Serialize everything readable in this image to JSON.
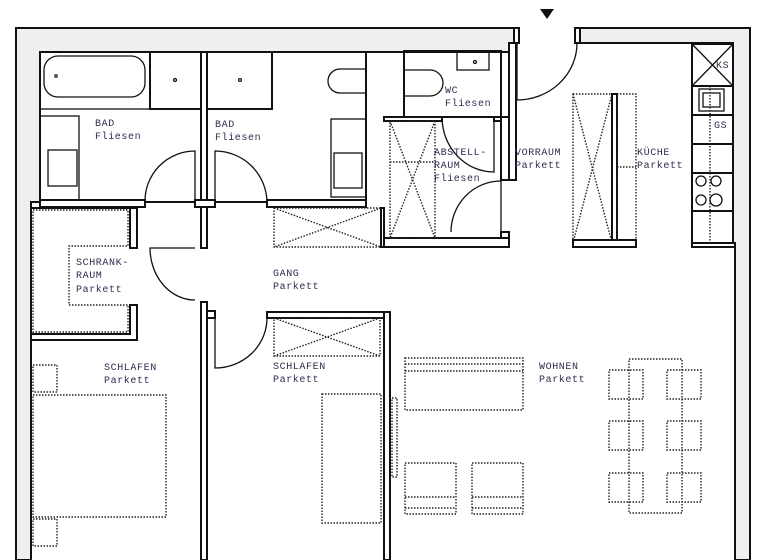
{
  "entrance_marker": "triangle-down",
  "rooms": [
    {
      "id": "bad1",
      "name": "BAD",
      "floor": "Fliesen"
    },
    {
      "id": "bad2",
      "name": "BAD",
      "floor": "Fliesen"
    },
    {
      "id": "schrankraum",
      "name1": "SCHRANK-",
      "name2": "RAUM",
      "floor": "Parkett"
    },
    {
      "id": "gang",
      "name": "GANG",
      "floor": "Parkett"
    },
    {
      "id": "wc",
      "name": "WC",
      "floor": "Fliesen"
    },
    {
      "id": "abstellraum",
      "name1": "ABSTELL-",
      "name2": "RAUM",
      "floor": "Fliesen"
    },
    {
      "id": "vorraum",
      "name": "VORRAUM",
      "floor": "Parkett"
    },
    {
      "id": "kueche",
      "name": "KÜCHE",
      "floor": "Parkett"
    },
    {
      "id": "schlafen1",
      "name": "SCHLAFEN",
      "floor": "Parkett"
    },
    {
      "id": "schlafen2",
      "name": "SCHLAFEN",
      "floor": "Parkett"
    },
    {
      "id": "wohnen",
      "name": "WOHNEN",
      "floor": "Parkett"
    }
  ],
  "appliances": {
    "fridge": "KS",
    "dishwasher": "GS"
  },
  "colors": {
    "wall_fill": "#efefef",
    "line": "#111111",
    "label": "#2b2e4f"
  }
}
